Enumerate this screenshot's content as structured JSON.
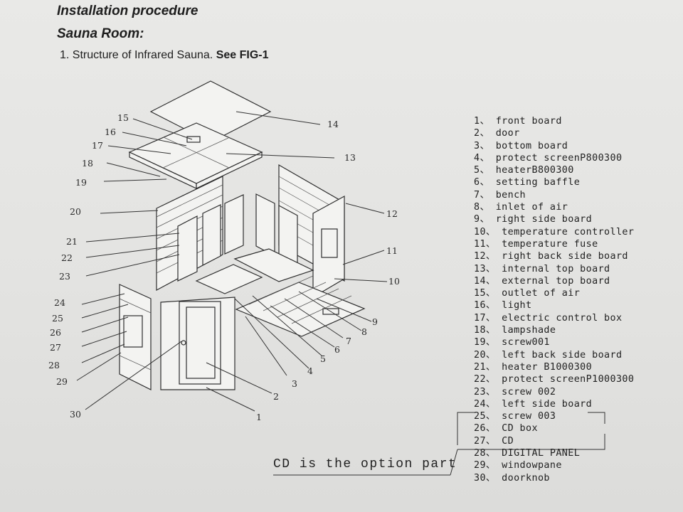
{
  "header": {
    "title": "Installation procedure",
    "subtitle": "Sauna Room:",
    "intro_text": "1. Structure of Infrared Sauna.",
    "intro_ref": "See FIG-1"
  },
  "callout_numbers": [
    "1",
    "2",
    "3",
    "4",
    "5",
    "6",
    "7",
    "8",
    "9",
    "10",
    "11",
    "12",
    "13",
    "14",
    "15",
    "16",
    "17",
    "18",
    "19",
    "20",
    "21",
    "22",
    "23",
    "24",
    "25",
    "26",
    "27",
    "28",
    "29",
    "30"
  ],
  "parts_legend": [
    "1、 front board",
    "2、 door",
    "3、 bottom board",
    "4、 protect screenP800300",
    "5、 heaterB800300",
    "6、 setting baffle",
    "7、 bench",
    "8、 inlet of air",
    "9、 right side board",
    "10、 temperature controller",
    "11、 temperature fuse",
    "12、 right back side board",
    "13、 internal top board",
    "14、 external top board",
    "15、 outlet of air",
    "16、 light",
    "17、 electric control box",
    "18、 lampshade",
    "19、 screw001",
    "20、 left back side board",
    "21、 heater B1000300",
    "22、 protect screenP1000300",
    "23、 screw 002",
    "24、 left side board",
    "25、 screw 003",
    "26、 CD box",
    "27、 CD",
    "28、 DIGITAL PANEL",
    "29、 windowpane",
    "30、 doorknob"
  ],
  "option_note": "CD is the option part"
}
